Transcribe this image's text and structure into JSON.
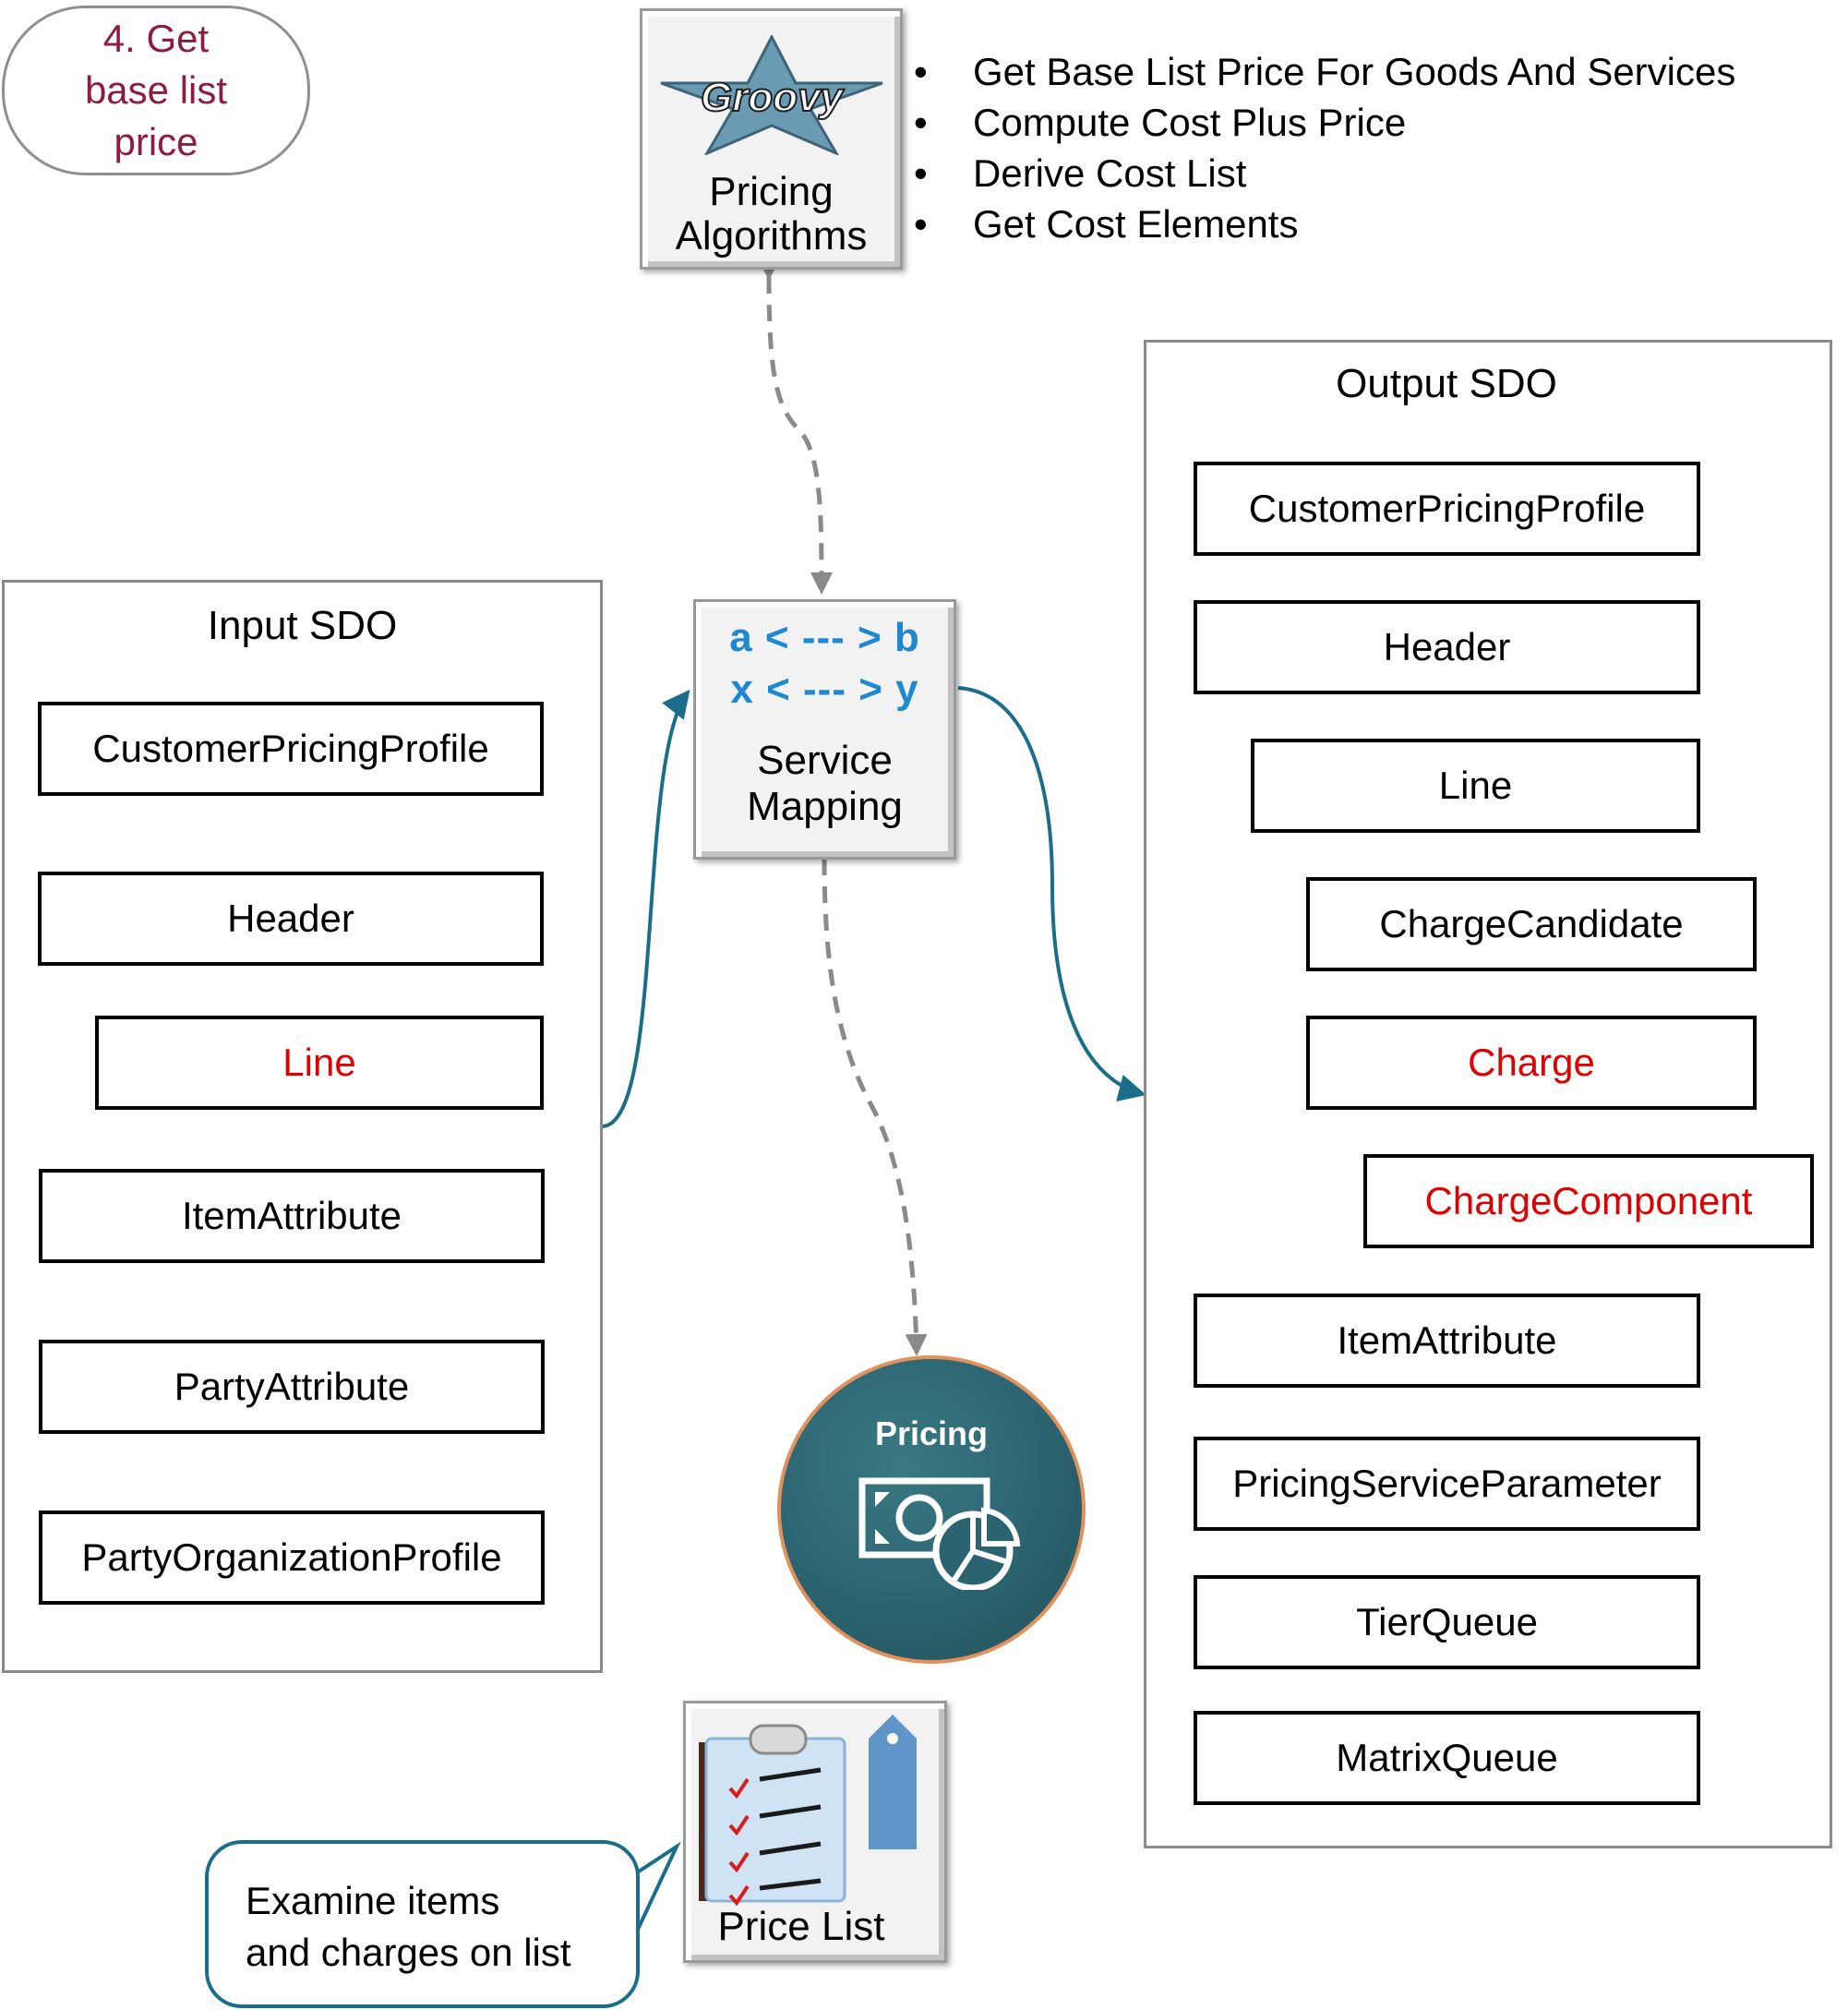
{
  "step_badge": {
    "line1": "4. Get",
    "line2": "base list",
    "line3": "price"
  },
  "groovy": {
    "logo_text": "Groovy",
    "label_line1": "Pricing",
    "label_line2": "Algorithms"
  },
  "algorithm_bullets": [
    "Get Base List Price For Goods And Services",
    "Compute Cost Plus Price",
    "Derive Cost List",
    "Get Cost Elements"
  ],
  "input_sdo": {
    "title": "Input SDO",
    "items": [
      "CustomerPricingProfile",
      "Header",
      "Line",
      "ItemAttribute",
      "PartyAttribute",
      "PartyOrganizationProfile"
    ]
  },
  "service_mapping": {
    "line1": "a < --- > b",
    "line2": "x < --- > y",
    "label_line1": "Service",
    "label_line2": "Mapping"
  },
  "output_sdo": {
    "title": "Output SDO",
    "items": [
      "CustomerPricingProfile",
      "Header",
      "Line",
      "ChargeCandidate",
      "Charge",
      "ChargeComponent",
      "ItemAttribute",
      "PricingServiceParameter",
      "TierQueue",
      "MatrixQueue"
    ]
  },
  "pricing_engine": {
    "label": "Pricing"
  },
  "price_list": {
    "label": "Price List"
  },
  "callout": {
    "line1": "Examine items",
    "line2": "and charges on list"
  },
  "colors": {
    "highlight": "#e00000",
    "badge_text": "#8c1d40",
    "flow_arrow": "#1a6e8a",
    "dashed_arrow": "#8a8a8a",
    "pricing_circle": "#2b6470",
    "pricing_ring": "#e0915c",
    "mapping_text": "#1e88d2",
    "callout_border": "#1a6e8a"
  }
}
